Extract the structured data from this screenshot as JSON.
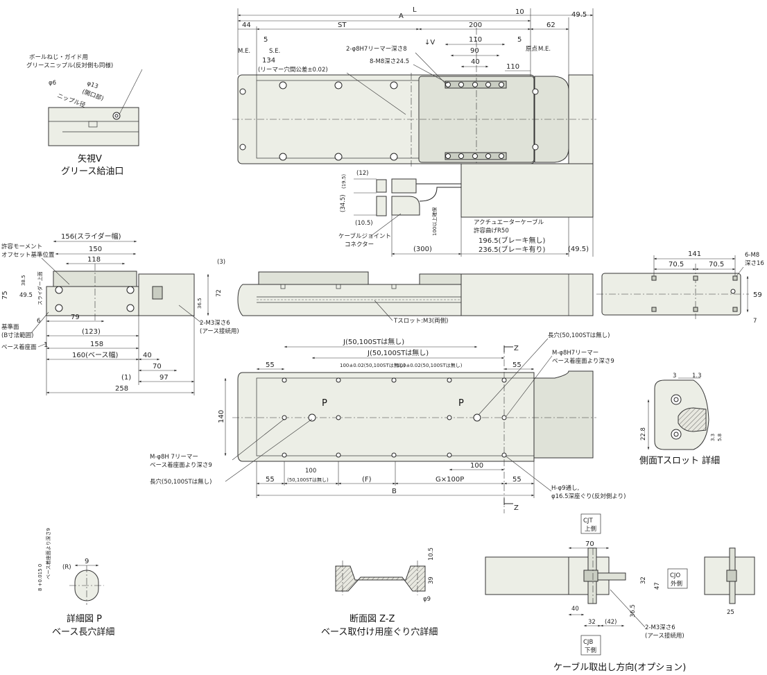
{
  "overall": {
    "L": "L",
    "A": "A",
    "ST": "ST",
    "d44": "44",
    "d200": "200",
    "d10": "10",
    "d49_5": "49.5",
    "d62": "62",
    "d5a": "5",
    "d5b": "5",
    "d110a": "110",
    "d90": "90",
    "d40": "40",
    "d110b": "110"
  },
  "top_labels": {
    "me_left": "M.E.",
    "se": "S.E.",
    "me_right": "M.E.",
    "origin": "原点",
    "v_arrow": "↓V",
    "d134": "134",
    "reamer_tol": "(リーマー穴間公差±0.02)",
    "reamer_holes": "2-φ8H7リーマー深さ8",
    "m8_holes": "8-M8深さ24.5"
  },
  "grease": {
    "note1": "ボールねじ・ガイド用",
    "note2": "グリースニップル(反対側も同様)",
    "phi6": "φ6",
    "nipple": "ニップル径",
    "phi13": "φ13",
    "opening": "(開口部)",
    "cap1": "矢視V",
    "cap2": "グリース給油口"
  },
  "cable": {
    "d12": "(12)",
    "d19_5": "(19.5)",
    "d34_5": "(34.5)",
    "d10_5": "(10.5)",
    "joint1": "ケーブルジョイント",
    "joint2": "コネクター",
    "min100": "100以上確保",
    "actuator1": "アクチュエーターケーブル",
    "actuator2": "許容曲げR50",
    "d300": "(300)",
    "d196": "196.5(ブレーキ無し)",
    "d236": "236.5(ブレーキ有り)",
    "d49_5": "(49.5)"
  },
  "end_view": {
    "d156": "156(スライダー幅)",
    "d150": "150",
    "d118": "118",
    "moment1": "許容モーメント",
    "moment2": "オフセット基準位置",
    "d3": "(3)",
    "d75": "75",
    "d38_5": "38.5",
    "d49_5": "49.5",
    "d6": "6",
    "slider_top": "スライダー上面",
    "d36_5": "36.5",
    "d72": "72",
    "d79": "79",
    "d123": "(123)",
    "d158": "158",
    "d160": "160(ベース幅)",
    "d40": "40",
    "d70": "70",
    "d97": "97",
    "d1a": "(1)",
    "d258": "258",
    "d1b": "1",
    "ref1": "基準面",
    "ref2": "(B寸法範囲)",
    "base_seat": "ベース着座面",
    "m3_1": "2-M3深さ6",
    "m3_2": "(アース接続用)"
  },
  "side_view": {
    "tslot": "Tスロット:M3(両側)"
  },
  "right_end": {
    "d141": "141",
    "d70_5a": "70.5",
    "d70_5b": "70.5",
    "m8_1": "6-M8",
    "m8_2": "深さ16",
    "d59": "59",
    "d7": "7"
  },
  "bottom_view": {
    "j1": "J(50,100STは無し)",
    "j2": "J(50,100STは無し)",
    "z_top": "Z",
    "z_bot": "Z",
    "d55a": "55",
    "d55b": "55",
    "d55c": "55",
    "d55d": "55",
    "d140": "140",
    "t100a": "100±0.02(50,100STは無し)",
    "t100b": "100±0.02(50,100STは無し)",
    "p1": "P",
    "p2": "P",
    "d100a": "100",
    "d100b": "100",
    "hole100a": "100",
    "hole100b": "(50,100STは無し)",
    "f": "(F)",
    "g": "G×100P",
    "b": "B",
    "slot_top": "長穴(50,100STは無し)",
    "m_reamer_r1": "M-φ8H7リーマー",
    "m_reamer_r2": "ベース着座面より深さ9",
    "m_reamer_l1": "M-φ8H 7リーマー",
    "m_reamer_l2": "ベース着座面より深さ9",
    "slot_bottom": "長穴(50,100STは無し)",
    "h1": "H-φ9通し,",
    "h2": "φ16.5深座ぐり(反対側より)"
  },
  "tslot_detail": {
    "d3": "3",
    "d1_3": "1.3",
    "d22_8": "22.8",
    "d3_3": "3.3",
    "d5_8": "5.8",
    "cap": "側面Tスロット 詳細"
  },
  "detail_p": {
    "tol": "8 +0.015 0",
    "depth": "ベース着座面より深さ9",
    "r": "(R)",
    "d9": "9",
    "cap1": "詳細図 P",
    "cap2": "ベース長穴詳細"
  },
  "section_zz": {
    "d10_5": "10.5",
    "d39": "39",
    "phi9": "φ9",
    "cap1": "断面図 Z-Z",
    "cap2": "ベース取付け用座ぐり穴詳細"
  },
  "cable_dir": {
    "cjt1": "CJT",
    "cjt2": "上側",
    "cjo1": "CJO",
    "cjo2": "外側",
    "cjb1": "CJB",
    "cjb2": "下側",
    "d70": "70",
    "d32a": "32",
    "d47": "47",
    "d40": "40",
    "d32b": "32",
    "d42": "(42)",
    "d36_5": "36.5",
    "d25": "25",
    "m3_1": "2-M3深さ6",
    "m3_2": "(アース接続用)",
    "cap": "ケーブル取出し方向(オプション)"
  }
}
